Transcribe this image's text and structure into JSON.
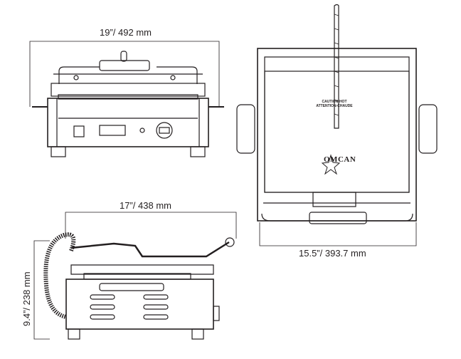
{
  "dimensions": {
    "front_width": "19”/ 492 mm",
    "side_depth": "17”/ 438 mm",
    "top_width": "15.5”/ 393.7 mm",
    "side_height": "9.4”/ 238 mm"
  },
  "labels": {
    "caution_en": "CAUTION-HOT",
    "caution_fr": "ATTENTION-CHAUDE",
    "brand_logo": "OMCAN"
  },
  "colors": {
    "line": "#231f20"
  }
}
